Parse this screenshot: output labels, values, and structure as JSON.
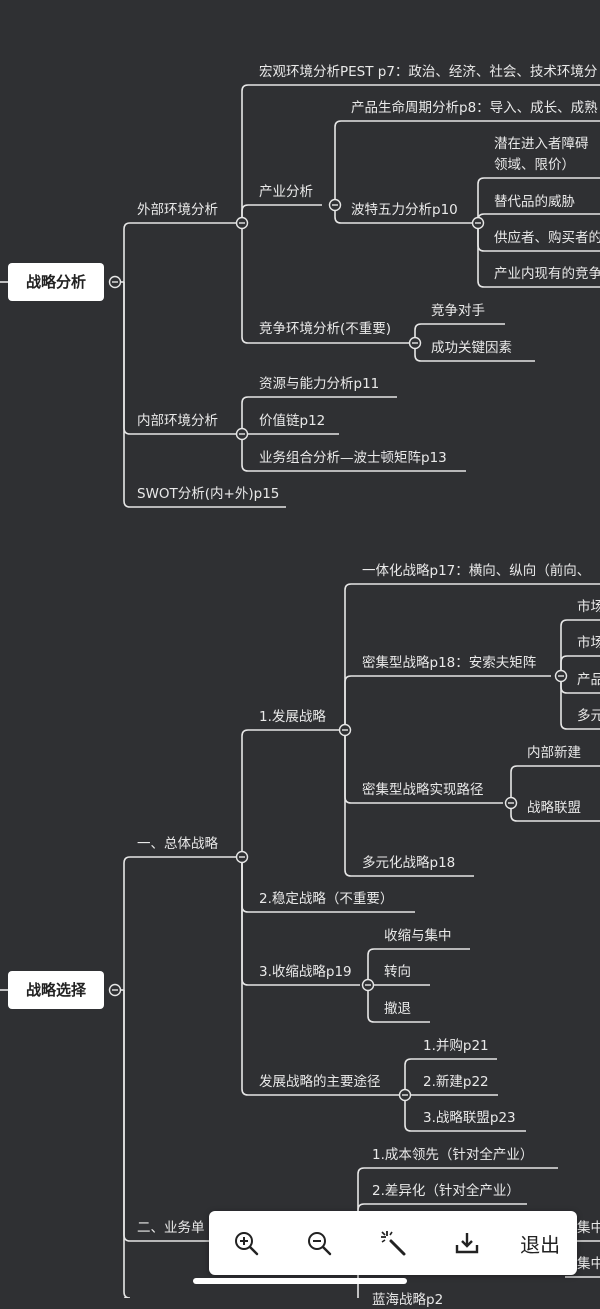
{
  "roots": [
    {
      "id": "strategy_analysis",
      "label": "战略分析"
    },
    {
      "id": "strategy_choice",
      "label": "战略选择"
    }
  ],
  "nodes": {
    "external": "外部环境分析",
    "pest": "宏观环境分析PEST p7：政治、经济、社会、技术环境分",
    "industry": "产业分析",
    "lifecycle": "产品生命周期分析p8：导入、成长、成熟",
    "porter": "波特五力分析p10",
    "entrants_1": "潜在进入者障碍",
    "entrants_2": "领域、限价）",
    "substitutes": "替代品的威胁",
    "suppliers": "供应者、购买者的",
    "rivalry": "产业内现有的竞争",
    "competitive_env": "竞争环境分析(不重要)",
    "competitors": "竞争对手",
    "ksf": "成功关键因素",
    "internal": "内部环境分析",
    "resources": "资源与能力分析p11",
    "value_chain": "价值链p12",
    "bcg": "业务组合分析—波士顿矩阵p13",
    "swot": "SWOT分析(内+外)p15",
    "overall": "一、总体战略",
    "growth": "1.发展战略",
    "integration": "一体化战略p17：横向、纵向（前向、",
    "intensive": "密集型战略p18：安索夫矩阵",
    "ansoff_1": "市场",
    "ansoff_2": "市场",
    "ansoff_3": "产品",
    "ansoff_4": "多元",
    "intensive_path": "密集型战略实现路径",
    "internal_dev": "内部新建",
    "alliance_node": "战略联盟",
    "diversification": "多元化战略p18",
    "stable": "2.稳定战略（不重要）",
    "retrench": "3.收缩战略p19",
    "retrench_1": "收缩与集中",
    "retrench_2": "转向",
    "retrench_3": "撤退",
    "growth_paths": "发展战略的主要途径",
    "ma": "1.并购p21",
    "new_build": "2.新建p22",
    "alliance": "3.战略联盟p23",
    "business": "二、业务单",
    "cost_leader": "1.成本领先（针对全产业）",
    "differentiation": "2.差异化（针对全产业）",
    "focus_1": "集中",
    "focus_2": "集中",
    "blue_ocean": "蓝海战略p2"
  },
  "toolbar": {
    "zoom_in": "zoom-in-icon",
    "zoom_out": "zoom-out-icon",
    "magic": "magic-wand-icon",
    "download": "download-icon",
    "exit_label": "退出"
  },
  "colors": {
    "background": "#2f3033",
    "line": "#e6e6e6",
    "text": "#e9e9e9",
    "root_bg": "#ffffff"
  }
}
